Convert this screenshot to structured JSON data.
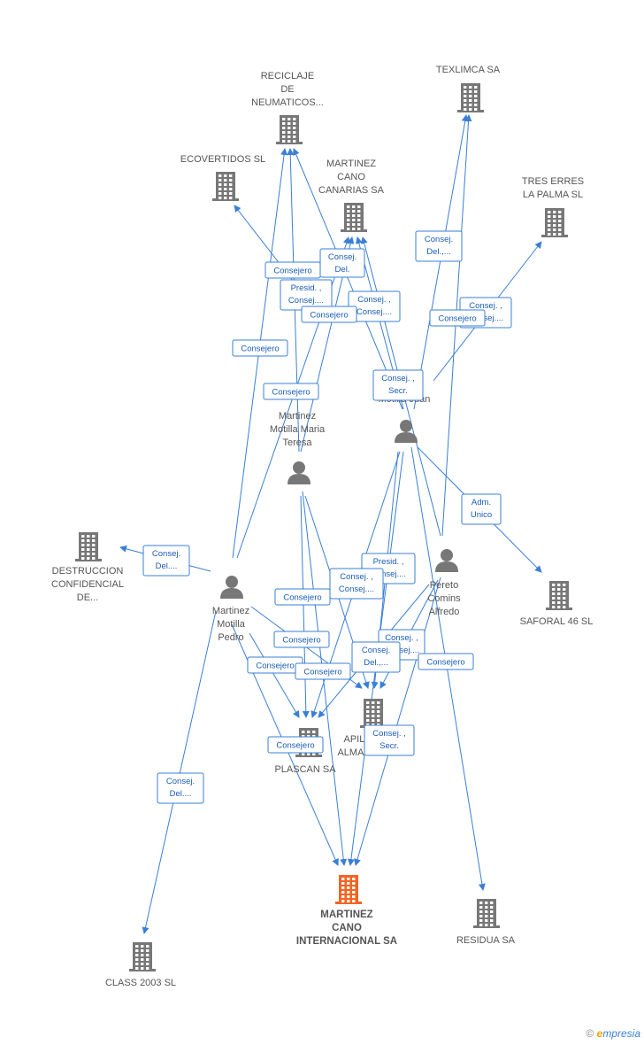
{
  "colors": {
    "edge": "#3a7fd5",
    "company": "#777777",
    "main_company": "#f26522",
    "person": "#777777",
    "label_text": "#1a5db5"
  },
  "nodes": [
    {
      "id": "reciclaje",
      "type": "company",
      "label": [
        "RECICLAJE",
        "DE",
        "NEUMATICOS..."
      ]
    },
    {
      "id": "texlimca",
      "type": "company",
      "label": [
        "TEXLIMCA SA"
      ]
    },
    {
      "id": "ecovertidos",
      "type": "company",
      "label": [
        "ECOVERTIDOS SL"
      ]
    },
    {
      "id": "martinez_canarias",
      "type": "company",
      "label": [
        "MARTINEZ",
        "CANO",
        "CANARIAS SA"
      ]
    },
    {
      "id": "tres_erres",
      "type": "company",
      "label": [
        "TRES ERRES",
        "LA PALMA SL"
      ]
    },
    {
      "id": "martinez_juan",
      "type": "person",
      "label": [
        "Martinez",
        "Motilla Juan"
      ]
    },
    {
      "id": "martinez_maria",
      "type": "person",
      "label": [
        "Martinez",
        "Motilla Maria",
        "Teresa"
      ]
    },
    {
      "id": "destruccion",
      "type": "company",
      "label": [
        "DESTRUCCION",
        "CONFIDENCIAL",
        "DE..."
      ]
    },
    {
      "id": "martinez_pedro",
      "type": "person",
      "label": [
        "Martinez",
        "Motilla",
        "Pedro"
      ]
    },
    {
      "id": "pereto",
      "type": "person",
      "label": [
        "Pereto",
        "Comins",
        "Alfredo"
      ]
    },
    {
      "id": "saforal",
      "type": "company",
      "label": [
        "SAFORAL 46 SL"
      ]
    },
    {
      "id": "apil",
      "type": "company",
      "label": [
        "APIL...",
        "ALMAC..."
      ]
    },
    {
      "id": "plascan",
      "type": "company",
      "label": [
        "PLASCAN SA"
      ]
    },
    {
      "id": "martinez_internacional",
      "type": "main",
      "label": [
        "MARTINEZ",
        "CANO",
        "INTERNACIONAL SA"
      ]
    },
    {
      "id": "residua",
      "type": "company",
      "label": [
        "RESIDUA SA"
      ]
    },
    {
      "id": "class2003",
      "type": "company",
      "label": [
        "CLASS 2003 SL"
      ]
    }
  ],
  "edges": [
    {
      "from": "martinez_pedro",
      "to": "reciclaje"
    },
    {
      "from": "martinez_maria",
      "to": "reciclaje"
    },
    {
      "from": "martinez_juan",
      "to": "reciclaje"
    },
    {
      "from": "martinez_juan",
      "to": "ecovertidos"
    },
    {
      "from": "martinez_pedro",
      "to": "martinez_canarias"
    },
    {
      "from": "martinez_maria",
      "to": "martinez_canarias"
    },
    {
      "from": "martinez_juan",
      "to": "martinez_canarias"
    },
    {
      "from": "pereto",
      "to": "martinez_canarias"
    },
    {
      "from": "martinez_juan",
      "to": "texlimca"
    },
    {
      "from": "pereto",
      "to": "texlimca"
    },
    {
      "from": "martinez_juan",
      "to": "tres_erres"
    },
    {
      "from": "martinez_juan",
      "to": "saforal"
    },
    {
      "from": "martinez_pedro",
      "to": "destruccion"
    },
    {
      "from": "martinez_pedro",
      "to": "class2003"
    },
    {
      "from": "martinez_pedro",
      "to": "plascan"
    },
    {
      "from": "martinez_maria",
      "to": "plascan"
    },
    {
      "from": "martinez_juan",
      "to": "plascan"
    },
    {
      "from": "pereto",
      "to": "plascan"
    },
    {
      "from": "martinez_pedro",
      "to": "apil"
    },
    {
      "from": "martinez_maria",
      "to": "apil"
    },
    {
      "from": "martinez_juan",
      "to": "apil"
    },
    {
      "from": "pereto",
      "to": "apil"
    },
    {
      "from": "martinez_pedro",
      "to": "martinez_internacional"
    },
    {
      "from": "martinez_maria",
      "to": "martinez_internacional"
    },
    {
      "from": "martinez_juan",
      "to": "martinez_internacional"
    },
    {
      "from": "pereto",
      "to": "martinez_internacional"
    },
    {
      "from": "martinez_juan",
      "to": "residua"
    }
  ],
  "edge_labels": [
    {
      "lines": [
        "Consejero"
      ]
    },
    {
      "lines": [
        "Consej.",
        "Del."
      ]
    },
    {
      "lines": [
        "Presid. ,",
        "Consej...."
      ]
    },
    {
      "lines": [
        "Consej. ,",
        "Consej...."
      ]
    },
    {
      "lines": [
        "Consejero"
      ]
    },
    {
      "lines": [
        "Consej.",
        "Del.,..."
      ]
    },
    {
      "lines": [
        "Consej. ,",
        "Consej...."
      ]
    },
    {
      "lines": [
        "Consejero"
      ]
    },
    {
      "lines": [
        "Consejero"
      ]
    },
    {
      "lines": [
        "Consejero"
      ]
    },
    {
      "lines": [
        "Consej. ,",
        "Secr."
      ]
    },
    {
      "lines": [
        "Adm.",
        "Unico"
      ]
    },
    {
      "lines": [
        "Consej.",
        "Del...."
      ]
    },
    {
      "lines": [
        "Presid. ,",
        "Consej...."
      ]
    },
    {
      "lines": [
        "Consej. ,",
        "Consej...."
      ]
    },
    {
      "lines": [
        "Consejero"
      ]
    },
    {
      "lines": [
        "Consejero"
      ]
    },
    {
      "lines": [
        "Consej. ,",
        "Consej...."
      ]
    },
    {
      "lines": [
        "Consej.",
        "Del.,..."
      ]
    },
    {
      "lines": [
        "Consejero"
      ]
    },
    {
      "lines": [
        "Consejero"
      ]
    },
    {
      "lines": [
        "Consejero"
      ]
    },
    {
      "lines": [
        "Consejero"
      ]
    },
    {
      "lines": [
        "Consej. ,",
        "Secr."
      ]
    },
    {
      "lines": [
        "Consej.",
        "Del...."
      ]
    }
  ],
  "brand": {
    "copyright": "©",
    "e": "e",
    "rest": "mpresia"
  }
}
